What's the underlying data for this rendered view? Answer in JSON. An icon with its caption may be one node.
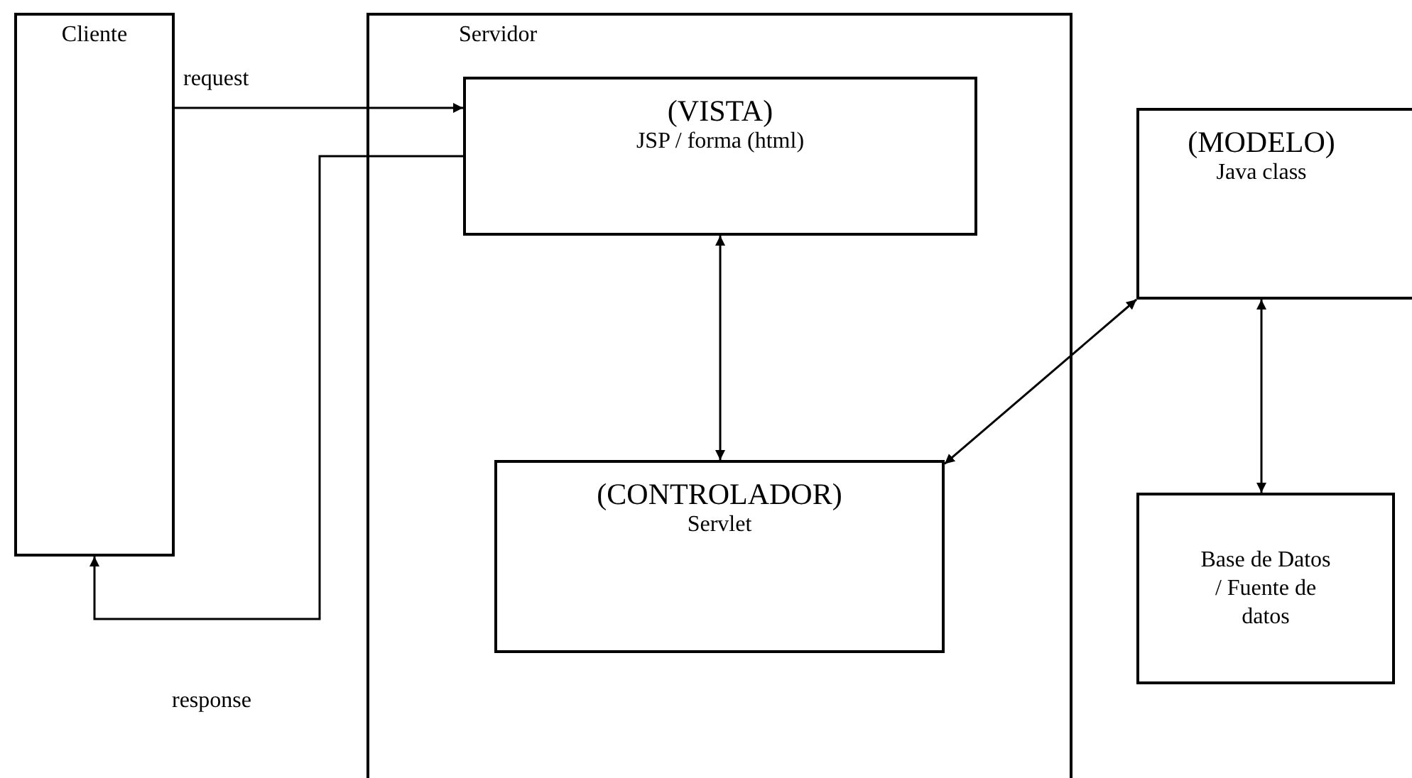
{
  "diagram": {
    "nodes": [
      {
        "text": [
          "Cliente"
        ]
      },
      {
        "text": [
          "Servidor"
        ]
      },
      {
        "text": [
          "(VISTA)",
          "JSP / forma (html)"
        ],
        "in": 1
      },
      {
        "text": [
          "(CONTROLADOR)",
          "Servlet"
        ],
        "in": 1
      },
      {
        "text": [
          "(MODELO)",
          "Java class"
        ]
      },
      {
        "text": [
          "Base de Datos / Fuente de datos"
        ]
      }
    ],
    "edges": [
      {
        "from": 0,
        "to": 2,
        "arrow": "to",
        "label": "request"
      },
      {
        "from": 2,
        "to": 0,
        "arrow": "to",
        "label": "response"
      },
      {
        "from": 2,
        "to": 3,
        "arrow": "both"
      },
      {
        "from": 3,
        "to": 4,
        "arrow": "both"
      },
      {
        "from": 4,
        "to": 5,
        "arrow": "both"
      }
    ]
  }
}
